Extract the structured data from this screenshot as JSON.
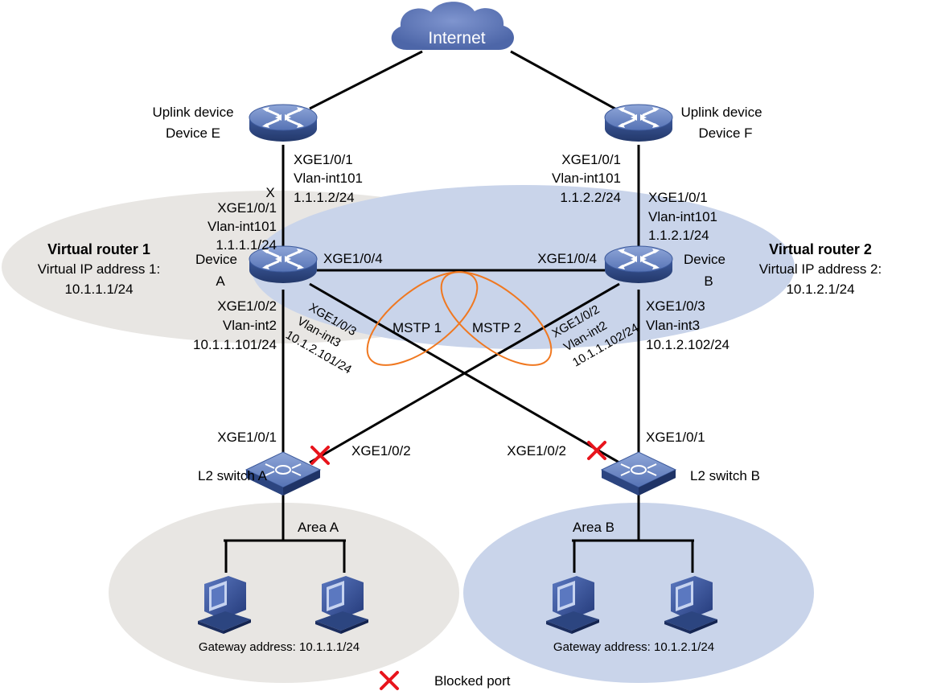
{
  "cloud": {
    "label": "Internet"
  },
  "devices": {
    "device_e": {
      "line1": "Uplink device",
      "line2": "Device E"
    },
    "device_f": {
      "line1": "Uplink device",
      "line2": "Device F"
    },
    "device_a": {
      "line1": "Device",
      "line2": "A"
    },
    "device_b": {
      "line1": "Device",
      "line2": "B"
    },
    "switch_a": {
      "label": "L2 switch A"
    },
    "switch_b": {
      "label": "L2 switch B"
    }
  },
  "ports": {
    "e_down": [
      "XGE1/0/1",
      "Vlan-int101",
      "1.1.1.2/24"
    ],
    "f_down": [
      "XGE1/0/1",
      "Vlan-int101",
      "1.1.2.2/24"
    ],
    "a_up": [
      "XGE1/0/1",
      "Vlan-int101",
      "1.1.1.1/24"
    ],
    "b_up": [
      "XGE1/0/1",
      "Vlan-int101",
      "1.1.2.1/24"
    ],
    "a_link": "XGE1/0/4",
    "b_link": "XGE1/0/4",
    "a_down": [
      "XGE1/0/2",
      "Vlan-int2",
      "10.1.1.101/24"
    ],
    "a_cross": [
      "XGE1/0/3",
      "Vlan-int3",
      "10.1.2.101/24"
    ],
    "b_cross": [
      "XGE1/0/2",
      "Vlan-int2",
      "10.1.1.102/24"
    ],
    "b_down": [
      "XGE1/0/3",
      "Vlan-int3",
      "10.1.2.102/24"
    ],
    "sa_up": "XGE1/0/1",
    "sa_cross": "XGE1/0/2",
    "sb_cross": "XGE1/0/2",
    "sb_up": "XGE1/0/1",
    "blocked_mark": "X"
  },
  "virtual_routers": {
    "vr1": {
      "title": "Virtual router 1",
      "line1": "Virtual IP address 1:",
      "line2": "10.1.1.1/24"
    },
    "vr2": {
      "title": "Virtual router 2",
      "line1": "Virtual IP address 2:",
      "line2": "10.1.2.1/24"
    }
  },
  "mstp": {
    "instance1": "MSTP 1",
    "instance2": "MSTP 2"
  },
  "areas": {
    "area_a": {
      "label": "Area A",
      "gateway": "Gateway address: 10.1.1.1/24"
    },
    "area_b": {
      "label": "Area B",
      "gateway": "Gateway address: 10.1.2.1/24"
    }
  },
  "legend": {
    "blocked_port": "Blocked port"
  },
  "colors": {
    "area_gray": "#e8e6e3",
    "area_blue": "#c9d4ea",
    "router_blue": "#3d5a9c",
    "mstp_orange": "#f07820",
    "blocked_red": "#e8141c"
  },
  "icons": [
    "cloud-icon",
    "router-icon",
    "l2-switch-icon",
    "pc-icon",
    "blocked-port-icon"
  ]
}
